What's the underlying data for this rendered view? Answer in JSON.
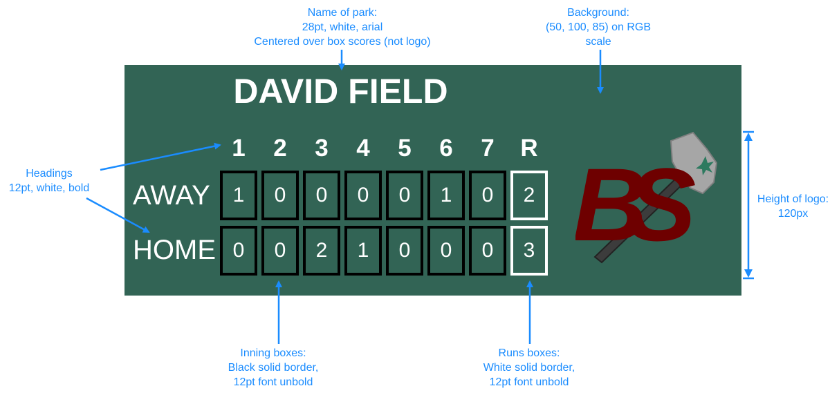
{
  "annotations": {
    "park": [
      "Name of park:",
      "28pt, white, arial",
      "Centered over box scores (not logo)"
    ],
    "background": [
      "Background:",
      "(50, 100, 85) on RGB",
      "scale"
    ],
    "headings": [
      "Headings",
      "12pt, white, bold"
    ],
    "logo": [
      "Height of logo:",
      "120px"
    ],
    "inning_boxes": [
      "Inning boxes:",
      "Black solid border,",
      "12pt font unbold"
    ],
    "runs_boxes": [
      "Runs boxes:",
      "White solid border,",
      "12pt font unbold"
    ]
  },
  "scoreboard": {
    "park_name": "DAVID FIELD",
    "headers": [
      "1",
      "2",
      "3",
      "4",
      "5",
      "6",
      "7",
      "R"
    ],
    "teams": [
      {
        "label": "AWAY",
        "innings": [
          "1",
          "0",
          "0",
          "0",
          "0",
          "1",
          "0"
        ],
        "runs": "2"
      },
      {
        "label": "HOME",
        "innings": [
          "0",
          "0",
          "2",
          "1",
          "0",
          "0",
          "0"
        ],
        "runs": "3"
      }
    ]
  },
  "logo": {
    "letters": "BS",
    "letter_color": "#6e0000",
    "axe_color": "#a6a6a6",
    "accent_color": "#2d7a5f"
  },
  "colors": {
    "background": "#326455",
    "annotation": "#1a8cff",
    "inning_border": "#000000",
    "runs_border": "#ffffff",
    "text": "#ffffff"
  }
}
